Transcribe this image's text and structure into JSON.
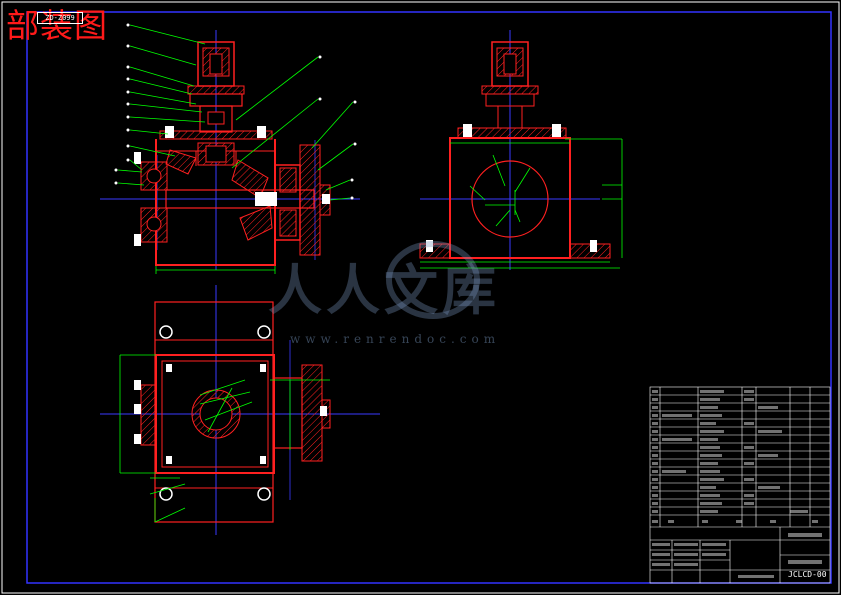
{
  "title": "部装图",
  "stamp_text": "ZD-Z099",
  "watermark": {
    "brand": "人人文库",
    "url": "www.renrendoc.com"
  },
  "drawing_number": "JCLCD-00",
  "colors": {
    "background": "#000000",
    "frame": "#3333ff",
    "part_outline": "#ff2020",
    "centerline": "#3a3aff",
    "dimension": "#00ff00",
    "leader": "#00ff00",
    "hatch": "#ff2020",
    "bolt": "#ffffff",
    "title_block": "#ffffff",
    "title_text": "#ff1a1a",
    "note_text": "#ff44ff"
  }
}
